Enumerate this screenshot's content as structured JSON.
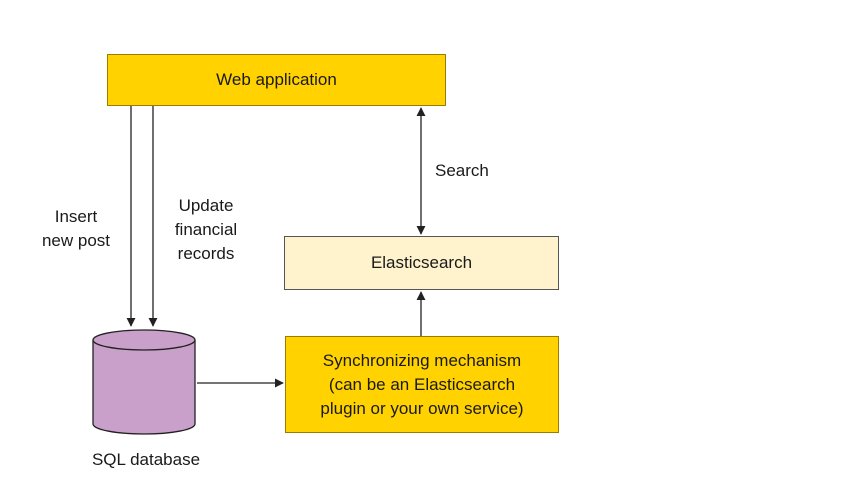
{
  "diagram": {
    "nodes": {
      "web_app": {
        "label": "Web application",
        "fill": "#ffd200"
      },
      "elasticsearch": {
        "label": "Elasticsearch",
        "fill": "#fff3cd"
      },
      "sync": {
        "label": "Synchronizing mechanism\n(can be an Elasticsearch\nplugin or your own service)",
        "fill": "#ffd200"
      },
      "sql_db": {
        "label": "SQL database",
        "fill": "#c9a0c9"
      }
    },
    "edge_labels": {
      "insert": "Insert\nnew post",
      "update": "Update\nfinancial\nrecords",
      "search": "Search"
    },
    "edges": [
      {
        "from": "web_app",
        "to": "sql_db",
        "label": "insert"
      },
      {
        "from": "web_app",
        "to": "sql_db",
        "label": "update"
      },
      {
        "from": "web_app",
        "to": "elasticsearch",
        "label": "search",
        "bidirectional": true
      },
      {
        "from": "sync",
        "to": "elasticsearch"
      },
      {
        "from": "sql_db",
        "to": "sync"
      }
    ]
  }
}
